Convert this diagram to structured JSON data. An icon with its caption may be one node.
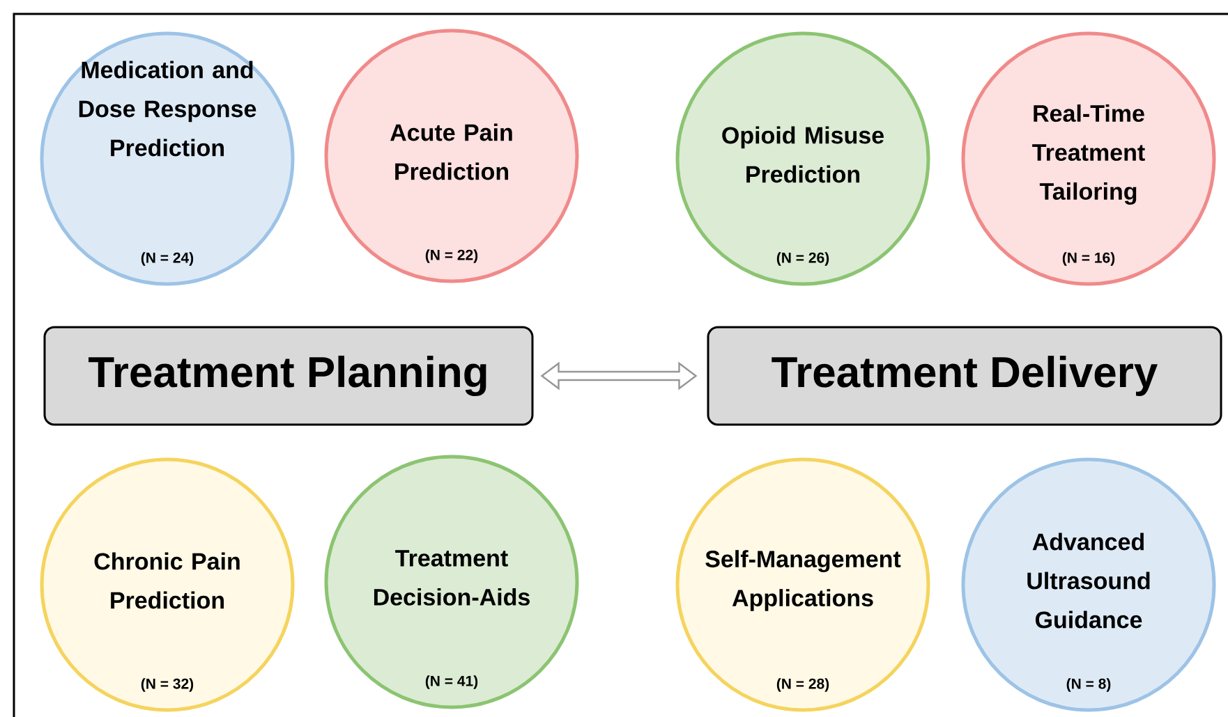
{
  "diagram": {
    "nodes": [
      {
        "text": [
          "Medication and Dose Response Prediction",
          "(N = 24)"
        ]
      },
      {
        "text": [
          "Acute Pain Prediction",
          "(N = 22)"
        ]
      },
      {
        "text": [
          "Opioid Misuse Prediction",
          "(N = 26)"
        ]
      },
      {
        "text": [
          "Real-Time Treatment Tailoring",
          "(N = 16)"
        ]
      },
      {
        "text": [
          "Treatment Planning"
        ]
      },
      {
        "text": [
          "Treatment Delivery"
        ]
      },
      {
        "text": [
          "Chronic Pain Prediction",
          "(N = 32)"
        ]
      },
      {
        "text": [
          "Treatment Decision-Aids",
          "(N = 41)"
        ]
      },
      {
        "text": [
          "Self-Management Applications",
          "(N = 28)"
        ]
      },
      {
        "text": [
          "Advanced Ultrasound Guidance",
          "(N = 8)"
        ]
      }
    ],
    "edges": [
      {
        "from": 4,
        "to": 5,
        "arrow": "both"
      }
    ]
  }
}
